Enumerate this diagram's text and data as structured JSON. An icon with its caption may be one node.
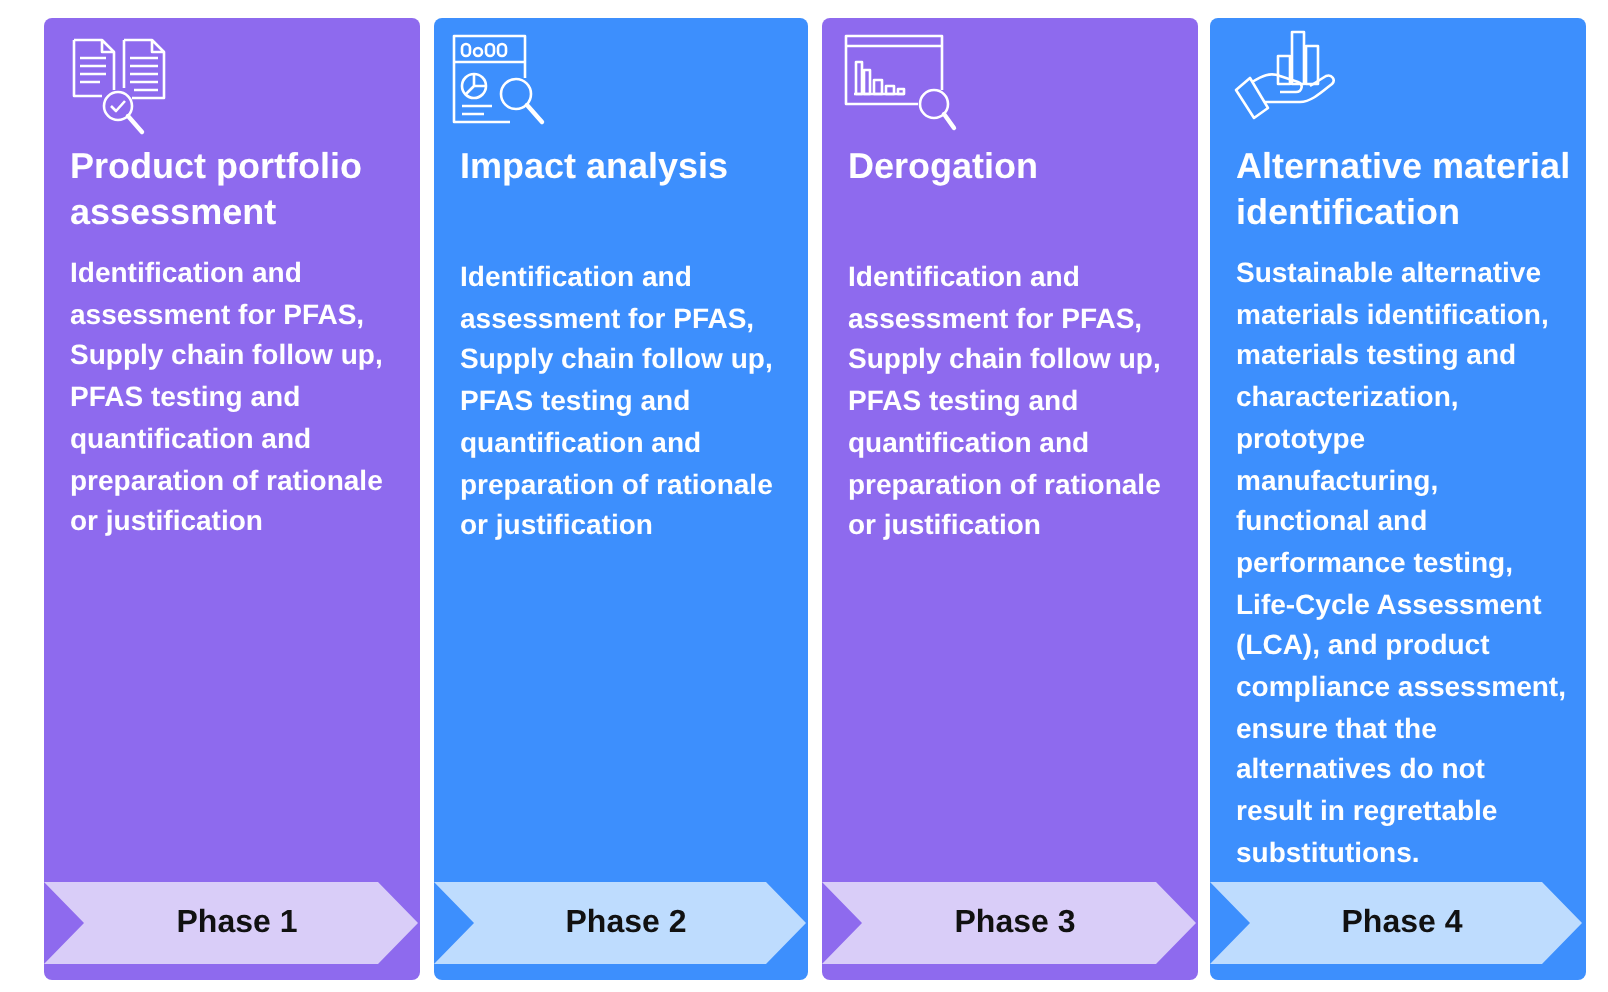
{
  "diagram": {
    "nodes": [
      {
        "text": [
          "Product portfolio assessment",
          "Identification and assessment for PFAS, Supply chain follow up, PFAS testing and quantification and preparation of rationale or justification"
        ]
      },
      {
        "text": [
          "Phase 1"
        ],
        "in": 0
      },
      {
        "text": [
          "Impact analysis",
          "Identification and assessment for PFAS, Supply chain follow up, PFAS testing and quantification and preparation of rationale or justification"
        ]
      },
      {
        "text": [
          "Phase 2"
        ],
        "in": 2
      },
      {
        "text": [
          "Derogation",
          "Identification and assessment for PFAS, Supply chain follow up, PFAS testing and quantification and preparation of rationale or justification"
        ]
      },
      {
        "text": [
          "Phase 3"
        ],
        "in": 4
      },
      {
        "text": [
          "Alternative material identification",
          "Sustainable alternative materials identification, materials testing and characterization, prototype manufacturing, functional and performance testing, Life-Cycle Assessment (LCA), and product compliance assessment, ensure that the alternatives do not result in regrettable substitutions."
        ]
      },
      {
        "text": [
          "Phase 4"
        ],
        "in": 6
      }
    ]
  }
}
